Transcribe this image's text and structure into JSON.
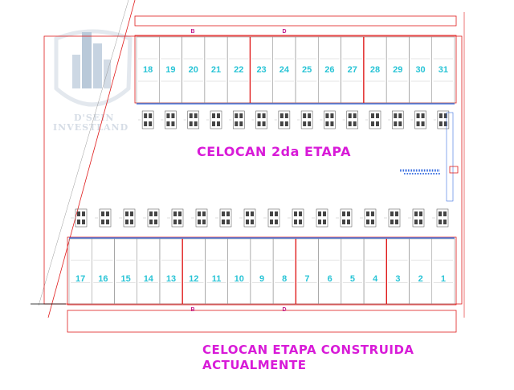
{
  "titles": {
    "top": "CELOCAN 2da ETAPA",
    "bottom_line1": "CELOCAN ETAPA CONSTRUIDA",
    "bottom_line2": "ACTUALMENTE"
  },
  "watermark": {
    "line1": "D'SEIN",
    "line2": "INVESTLAND"
  },
  "top_block": {
    "markers": [
      "B",
      "D"
    ],
    "lots": [
      "18",
      "19",
      "20",
      "21",
      "22",
      "23",
      "24",
      "25",
      "26",
      "27",
      "28",
      "29",
      "30",
      "31"
    ]
  },
  "bottom_block": {
    "markers": [
      "B",
      "D"
    ],
    "lots": [
      "17",
      "16",
      "15",
      "14",
      "13",
      "12",
      "11",
      "10",
      "9",
      "8",
      "7",
      "6",
      "5",
      "4",
      "3",
      "2",
      "1"
    ]
  },
  "colors": {
    "boundary": "#e01c1c",
    "grid": "#8a8a8a",
    "lot_number": "#29c4d6",
    "title": "#d81bd8",
    "frontage": "#3a6fe0"
  }
}
